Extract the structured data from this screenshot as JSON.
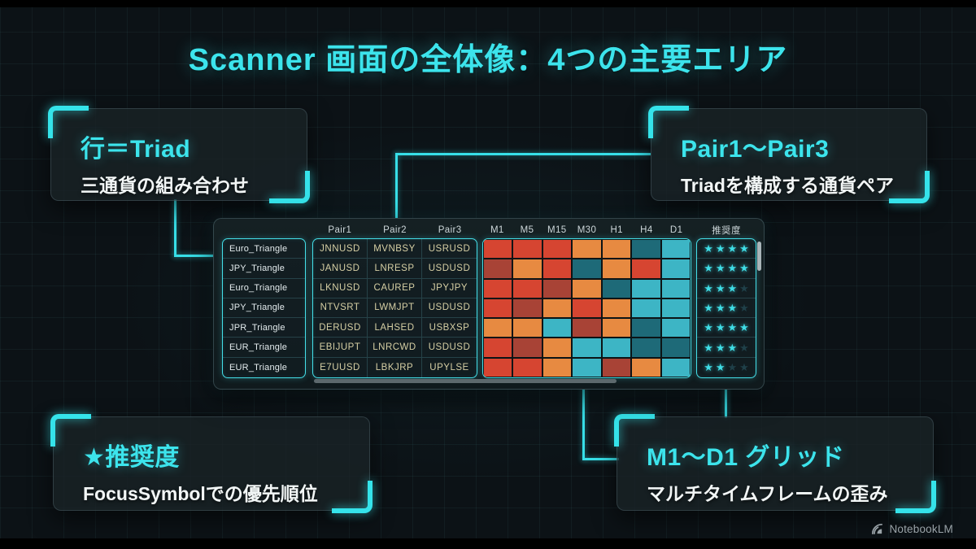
{
  "title": "Scanner 画面の全体像：4つの主要エリア",
  "callouts": {
    "top_left": {
      "title": "行＝Triad",
      "subtitle": "三通貨の組み合わせ"
    },
    "top_right": {
      "title": "Pair1〜Pair3",
      "subtitle": "Triadを構成する通貨ペア"
    },
    "bottom_left": {
      "title": "★推奨度",
      "subtitle": "FocusSymbolでの優先順位"
    },
    "bottom_right": {
      "title": "M1〜D1 グリッド",
      "subtitle": "マルチタイムフレームの歪み"
    }
  },
  "table": {
    "pair_columns": [
      "Pair1",
      "Pair2",
      "Pair3"
    ],
    "tf_columns": [
      "M1",
      "M5",
      "M15",
      "M30",
      "H1",
      "H4",
      "D1"
    ],
    "rating_header": "推奨度",
    "stars_max": 4,
    "star_glyph": "★",
    "rows": [
      {
        "triad": "Euro_Triangle",
        "pairs": [
          "JNNUSD",
          "MVNBSY",
          "USRUSD"
        ],
        "heat": [
          "r",
          "r",
          "r",
          "o",
          "o",
          "dt",
          "lt"
        ],
        "stars": 4
      },
      {
        "triad": "JPY_Triangle",
        "pairs": [
          "JANUSD",
          "LNRESP",
          "USDUSD"
        ],
        "heat": [
          "dr",
          "o",
          "r",
          "dt",
          "o",
          "r",
          "lt"
        ],
        "stars": 4
      },
      {
        "triad": "Euro_Triangle",
        "pairs": [
          "LKNUSD",
          "CAUREP",
          "JPYJPY"
        ],
        "heat": [
          "r",
          "r",
          "dr",
          "o",
          "dt",
          "lt",
          "lt"
        ],
        "stars": 3
      },
      {
        "triad": "JPY_Triangle",
        "pairs": [
          "NTVSRT",
          "LWMJPT",
          "USDUSD"
        ],
        "heat": [
          "r",
          "dr",
          "o",
          "r",
          "o",
          "lt",
          "lt"
        ],
        "stars": 3
      },
      {
        "triad": "JPR_Triangle",
        "pairs": [
          "DERUSD",
          "LAHSED",
          "USBXSP"
        ],
        "heat": [
          "o",
          "o",
          "lt",
          "dr",
          "o",
          "dt",
          "lt"
        ],
        "stars": 4
      },
      {
        "triad": "EUR_Triangle",
        "pairs": [
          "EBIJUPT",
          "LNRCWD",
          "USDUSD"
        ],
        "heat": [
          "r",
          "dr",
          "o",
          "lt",
          "lt",
          "dt",
          "dt"
        ],
        "stars": 3
      },
      {
        "triad": "EUR_Triangle",
        "pairs": [
          "E7UUSD",
          "LBKJRP",
          "UPYLSE"
        ],
        "heat": [
          "r",
          "r",
          "o",
          "lt",
          "dr",
          "o",
          "lt"
        ],
        "stars": 2
      }
    ]
  },
  "palette": {
    "r": "#d64531",
    "dr": "#a84336",
    "o": "#e78a41",
    "dt": "#1e6a78",
    "lt": "#3db5c5",
    "accent": "#35e3ea",
    "star_on": "#3fdde6",
    "star_off": "#1f4049"
  },
  "footer": {
    "brand": "NotebookLM"
  }
}
